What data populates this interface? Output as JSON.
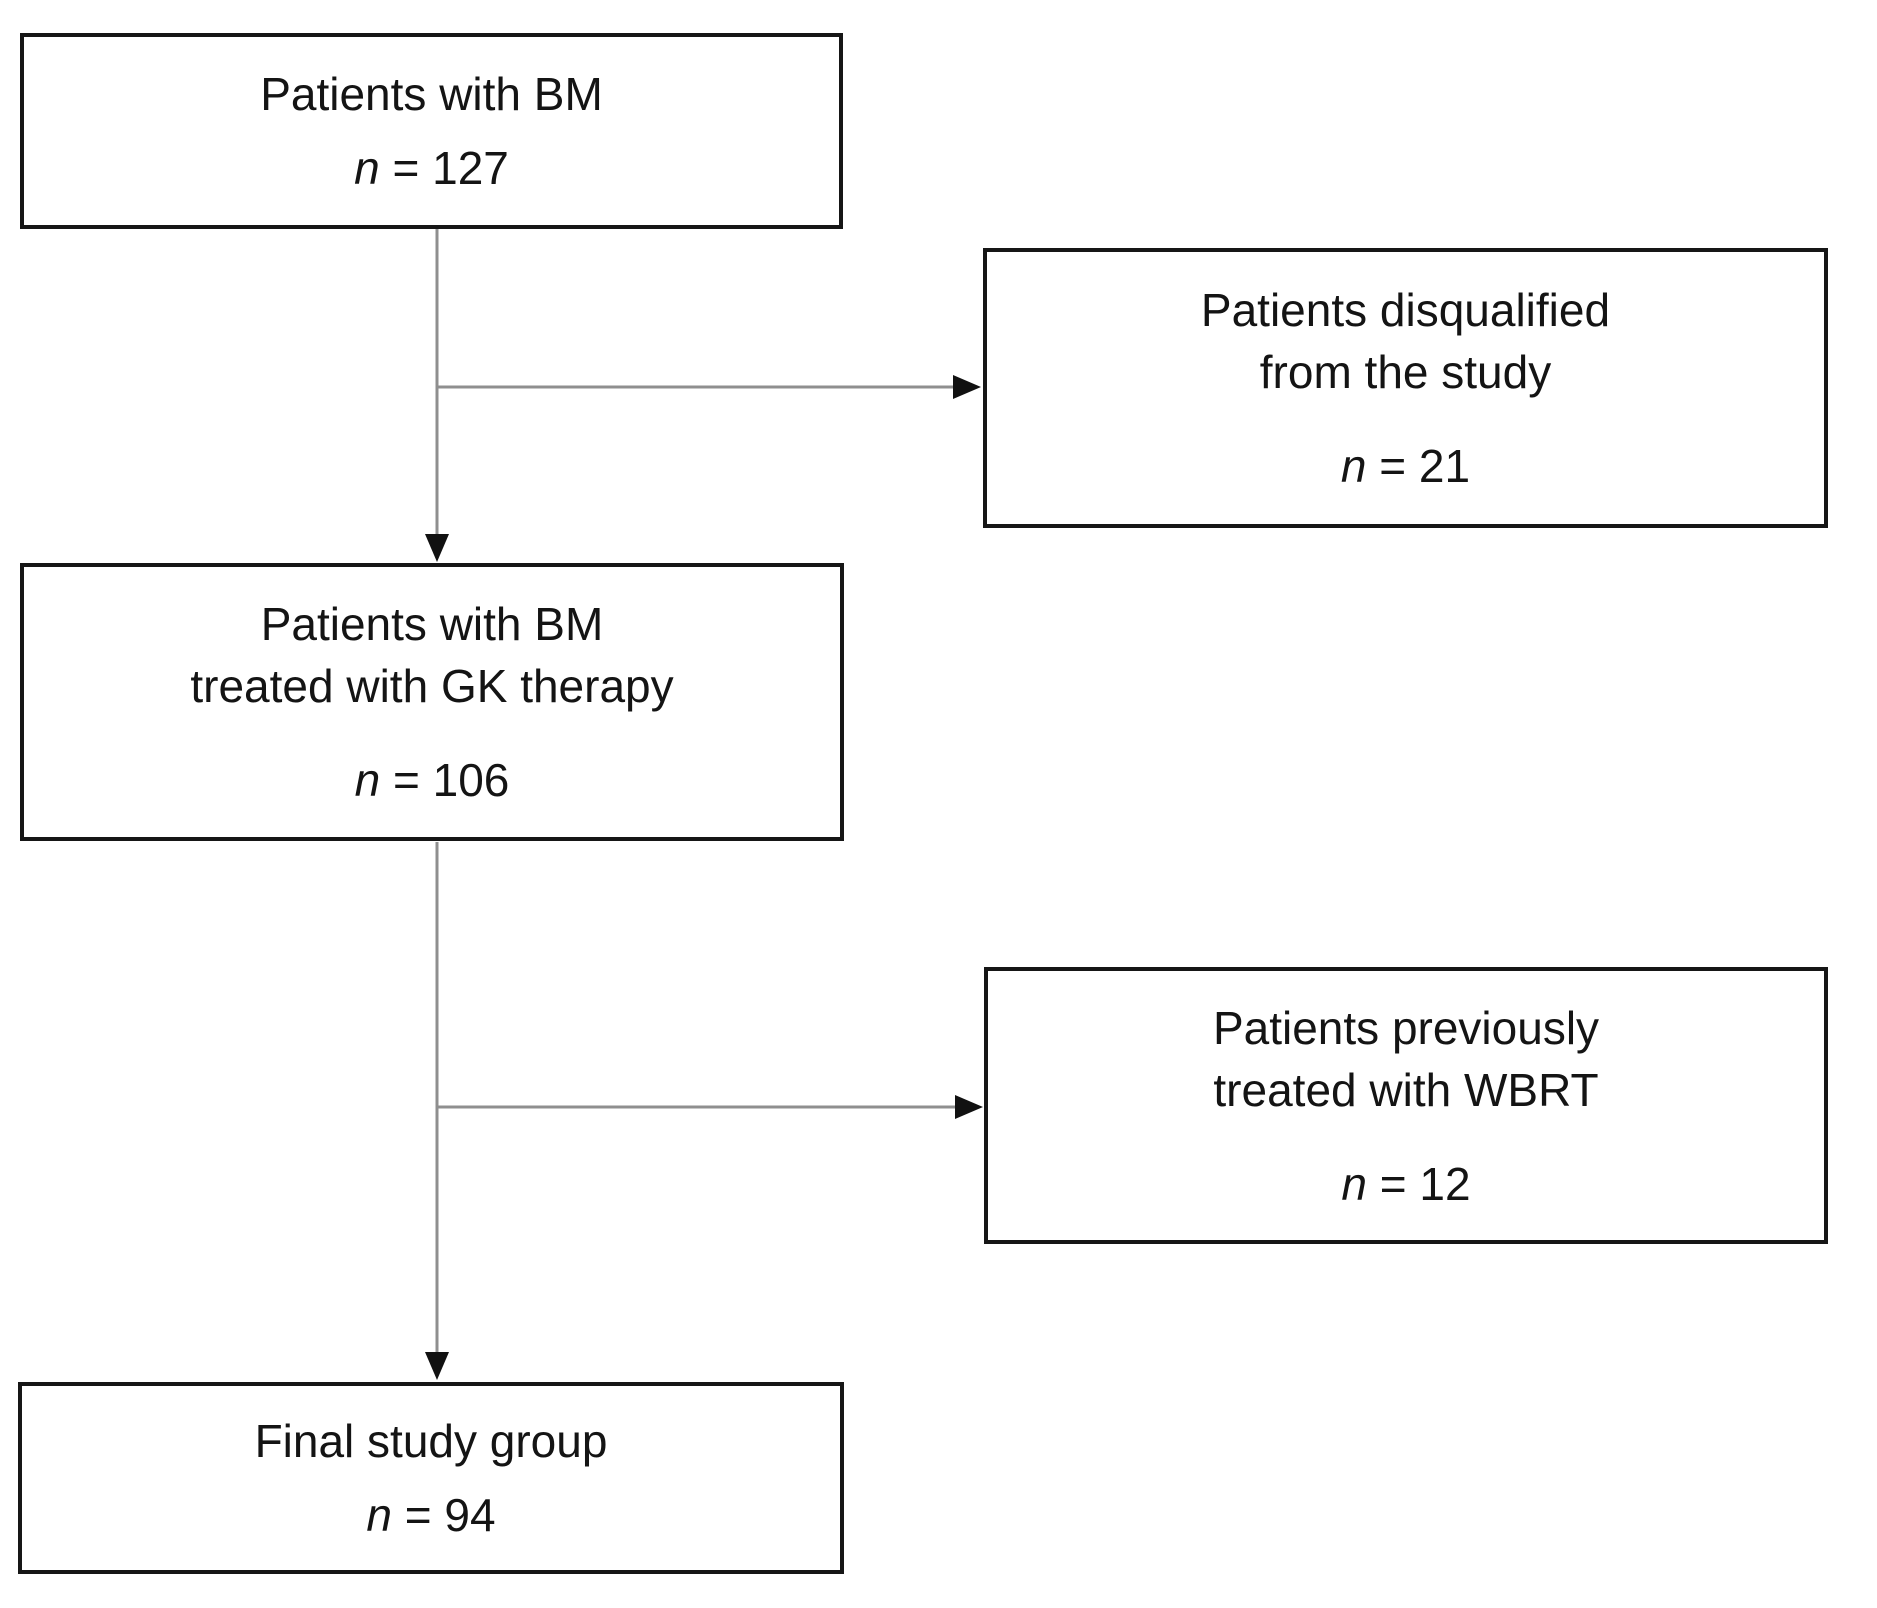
{
  "diagram": {
    "type": "flowchart",
    "background_color": "#ffffff",
    "box_border_color": "#161616",
    "connector_line_color": "#8f8f8f",
    "arrowhead_color": "#111111",
    "boxes": [
      {
        "id": "patients-with-bm",
        "lines": [
          "Patients with BM"
        ],
        "n_label": "n",
        "n_rest": " = 127"
      },
      {
        "id": "patients-disqualified",
        "lines": [
          "Patients disqualified",
          "from the study"
        ],
        "n_label": "n",
        "n_rest": " = 21"
      },
      {
        "id": "patients-bm-gk-therapy",
        "lines": [
          "Patients with BM",
          "treated with GK therapy"
        ],
        "n_label": "n",
        "n_rest": " = 106"
      },
      {
        "id": "patients-previously-wbrt",
        "lines": [
          "Patients previously",
          "treated with WBRT"
        ],
        "n_label": "n",
        "n_rest": " = 12"
      },
      {
        "id": "final-study-group",
        "lines": [
          "Final study group"
        ],
        "n_label": "n",
        "n_rest": " = 94"
      }
    ],
    "edges": [
      {
        "from": "patients-with-bm",
        "to": "patients-bm-gk-therapy"
      },
      {
        "from": "patients-with-bm",
        "to": "patients-disqualified"
      },
      {
        "from": "patients-bm-gk-therapy",
        "to": "final-study-group"
      },
      {
        "from": "patients-bm-gk-therapy",
        "to": "patients-previously-wbrt"
      }
    ]
  }
}
